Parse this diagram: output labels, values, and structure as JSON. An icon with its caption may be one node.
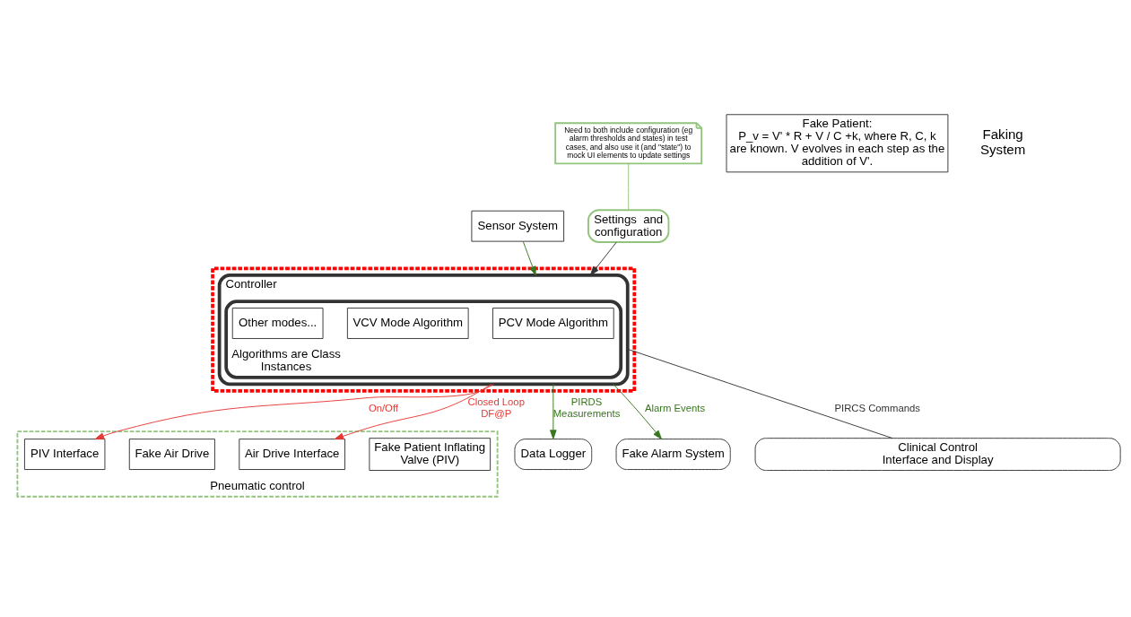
{
  "diagram": {
    "nodes": [
      {
        "text": [
          "Pneumatic control"
        ]
      },
      {
        "text": [
          "Fake Patient Inflating Valve (PIV)"
        ],
        "in": 0
      },
      {
        "text": [
          "PIV Interface"
        ],
        "in": 0
      },
      {
        "text": [
          "Fake Air Drive"
        ],
        "in": 0
      },
      {
        "text": [
          "Air Drive Interface"
        ],
        "in": 0
      },
      {
        "text": [
          "Fake Patient:",
          "P_v = V' * R + V / C +k, where R, C, k are known. V evolves in each step as the addition of V'."
        ]
      },
      {
        "text": [
          "Sensor System"
        ]
      },
      {
        "text": [],
        "shape": "box"
      },
      {
        "text": [
          "Controller"
        ],
        "in": 7
      },
      {
        "text": [
          "Algorithms are Class Instances"
        ],
        "in": 8
      },
      {
        "text": [
          "PCV Mode Algorithm"
        ],
        "in": 9
      },
      {
        "text": [
          "VCV Mode Algorithm"
        ],
        "in": 9
      },
      {
        "text": [
          "Other modes..."
        ],
        "in": 9
      },
      {
        "text": [
          "Data Logger"
        ]
      },
      {
        "text": [
          "Fake Alarm System"
        ]
      },
      {
        "text": [
          "Settings  and configuration"
        ]
      },
      {
        "text": [
          "Need to both include configuration (eg alarm thresholds and states) in test cases, and also use it (and \"state\") to mock UI elements to update settings"
        ]
      },
      {
        "text": [
          "Clinical Control Interface and Display"
        ]
      }
    ],
    "edges": [
      {
        "from": 8,
        "to": 2,
        "arrow": "to",
        "label": "On/Off",
        "color": "#e53935"
      },
      {
        "from": 8,
        "to": 4,
        "arrow": "to",
        "label": "Closed Loop DF@P",
        "color": "#e53935"
      },
      {
        "from": 6,
        "to": 8,
        "arrow": "to"
      },
      {
        "from": 8,
        "to": 13,
        "arrow": "to",
        "label": "PIRDS Measurements"
      },
      {
        "from": 8,
        "to": 14,
        "arrow": "to",
        "label": "Alarm Events"
      },
      {
        "from": 8,
        "to": 17,
        "arrow": "none",
        "label": "PIRCS Commands",
        "color": "#333333"
      },
      {
        "from": 15,
        "to": 8,
        "arrow": "to",
        "color": "#333333"
      },
      {
        "from": 16,
        "to": 15,
        "arrow": "none",
        "color": "#93c47d"
      }
    ],
    "labels": [
      "Faking System"
    ]
  }
}
